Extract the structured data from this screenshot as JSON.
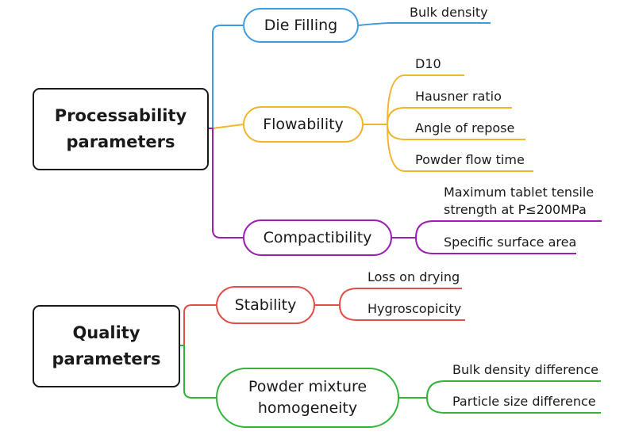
{
  "colors": {
    "root_border": "#1a1a1a",
    "die_filling": "#3d9be0",
    "flowability": "#f2b62c",
    "compactibility": "#9b1fb0",
    "stability": "#e0504a",
    "homogeneity": "#33b33a"
  },
  "processability": {
    "title_line1": "Processability",
    "title_line2": "parameters",
    "die_filling": {
      "label": "Die Filling",
      "leaves": [
        "Bulk density"
      ]
    },
    "flowability": {
      "label": "Flowability",
      "leaves": [
        "D10",
        "Hausner ratio",
        "Angle of repose",
        "Powder flow time"
      ]
    },
    "compactibility": {
      "label": "Compactibility",
      "leaf1_line1": "Maximum tablet tensile",
      "leaf1_line2": "strength at P≤200MPa",
      "leaf2": "Specific surface area"
    }
  },
  "quality": {
    "title_line1": "Quality",
    "title_line2": "parameters",
    "stability": {
      "label": "Stability",
      "leaves": [
        "Loss on drying",
        "Hygroscopicity"
      ]
    },
    "homogeneity": {
      "label_line1": "Powder mixture",
      "label_line2": "homogeneity",
      "leaves": [
        "Bulk density difference",
        "Particle size difference"
      ]
    }
  }
}
